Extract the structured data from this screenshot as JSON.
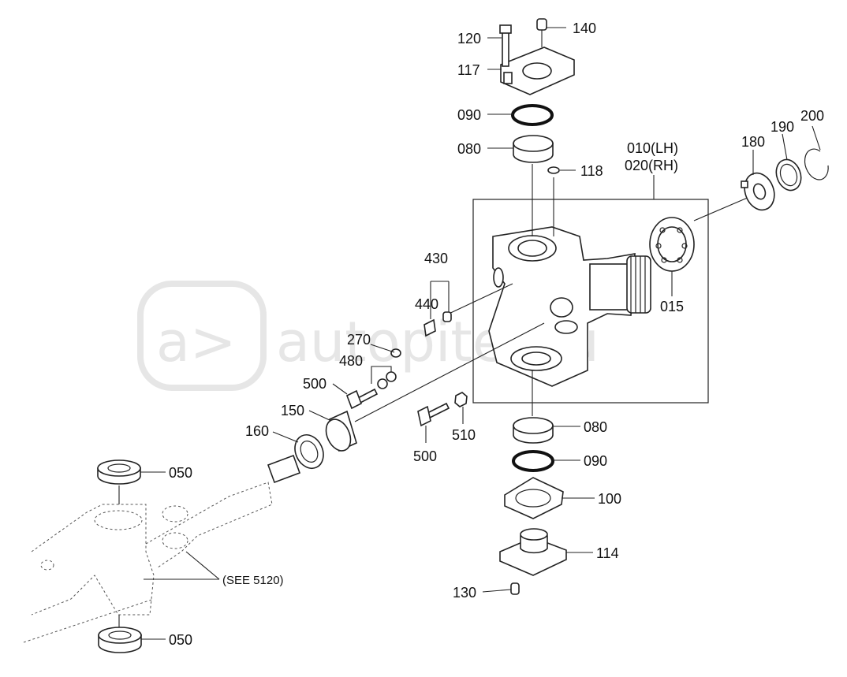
{
  "watermark": {
    "text": "autopiter.ru"
  },
  "labels": {
    "p120": "120",
    "p140": "140",
    "p117": "117",
    "p090a": "090",
    "p080a": "080",
    "p118": "118",
    "p010": "010(LH)",
    "p020": "020(RH)",
    "p180": "180",
    "p190": "190",
    "p200": "200",
    "p015": "015",
    "p430": "430",
    "p440": "440",
    "p270": "270",
    "p480": "480",
    "p500a": "500",
    "p150": "150",
    "p160": "160",
    "p500b": "500",
    "p510": "510",
    "p080b": "080",
    "p090b": "090",
    "p100": "100",
    "p114": "114",
    "p130": "130",
    "p050a": "050",
    "p050b": "050",
    "see": "(SEE 5120)"
  }
}
